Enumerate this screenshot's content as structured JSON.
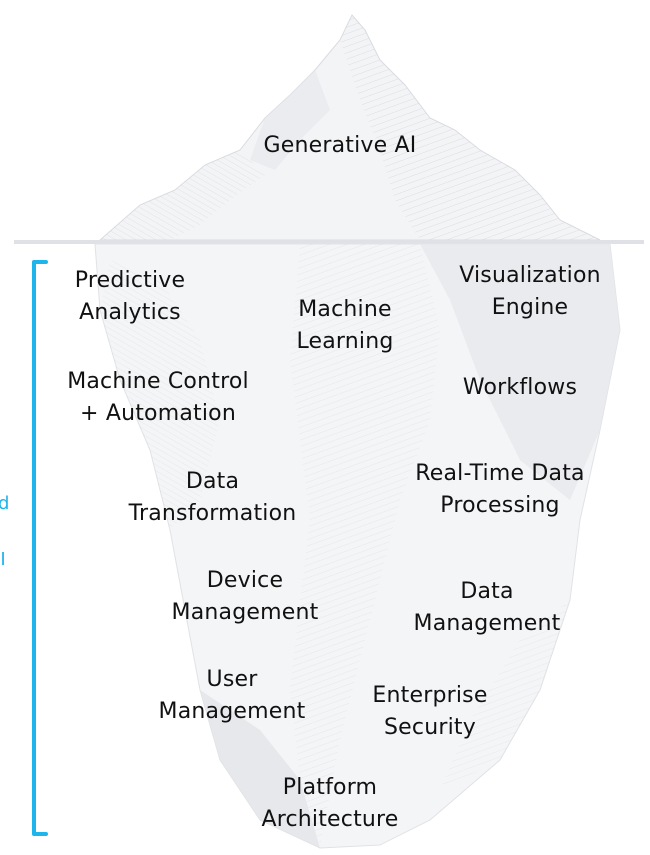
{
  "colors": {
    "accent": "#1eb5ec",
    "waterline": "#dfe1e6",
    "text": "#111111",
    "ice_light": "#f3f4f6",
    "ice_mid": "#e2e4e8",
    "ice_dark": "#c9ccd2"
  },
  "above_water": {
    "label": "Generative AI"
  },
  "below_water": {
    "items": [
      {
        "label": "Predictive\nAnalytics"
      },
      {
        "label": "Machine\nLearning"
      },
      {
        "label": "Visualization\nEngine"
      },
      {
        "label": "Machine Control\n+  Automation"
      },
      {
        "label": "Workflows"
      },
      {
        "label": "Data\nTransformation"
      },
      {
        "label": "Real-Time Data\nProcessing"
      },
      {
        "label": "Device\nManagement"
      },
      {
        "label": "Data\nManagement"
      },
      {
        "label": "User\nManagement"
      },
      {
        "label": "Enterprise\nSecurity"
      },
      {
        "label": "Platform\nArchitecture"
      }
    ]
  },
  "side_labels": {
    "line1": "d",
    "line2": "AI"
  },
  "icons": {
    "bracket": "left-bracket-icon"
  }
}
